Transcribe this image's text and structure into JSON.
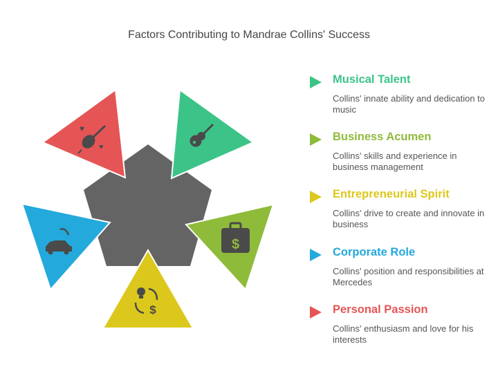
{
  "title": "Factors Contributing to Mandrae Collins' Success",
  "items": [
    {
      "heading": "Musical Talent",
      "description": "Collins' innate ability and dedication to music",
      "color": "#3cc488",
      "icon": "guitar-icon"
    },
    {
      "heading": "Business Acumen",
      "description": "Collins' skills and experience in business management",
      "color": "#8fbb3a",
      "icon": "briefcase-dollar-icon"
    },
    {
      "heading": "Entrepreneurial Spirit",
      "description": "Collins' drive to create and innovate in business",
      "color": "#dcc81c",
      "icon": "idea-money-cycle-icon"
    },
    {
      "heading": "Corporate Role",
      "description": "Collins' position and responsibilities at Mercedes",
      "color": "#23a9dc",
      "icon": "car-exchange-icon"
    },
    {
      "heading": "Personal Passion",
      "description": "Collins' enthusiasm and love for his interests",
      "color": "#e65555",
      "icon": "violin-hearts-icon"
    }
  ],
  "center_color": "#646464"
}
